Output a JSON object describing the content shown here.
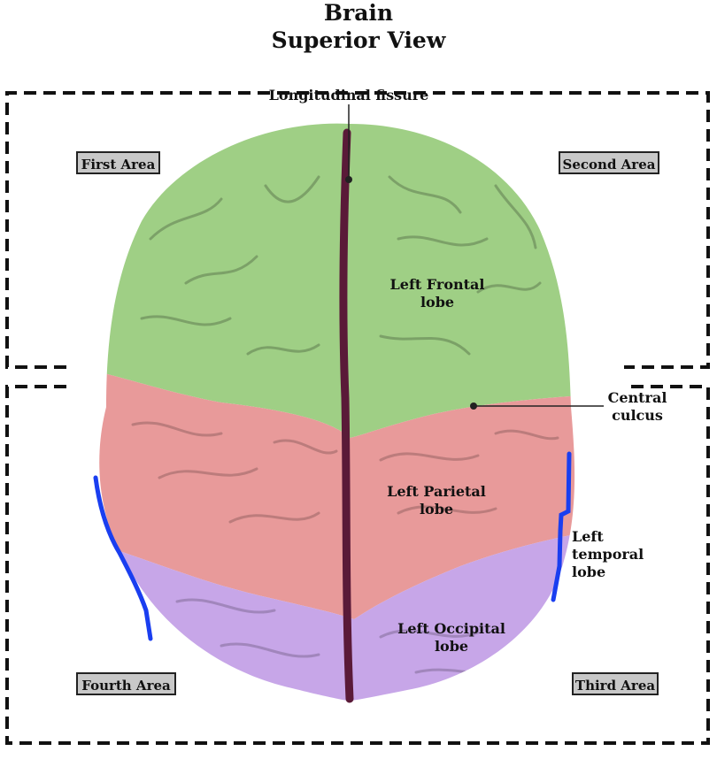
{
  "title": {
    "line1": "Brain",
    "line2": "Superior View"
  },
  "labels": {
    "fissure": "Longitudinal fissure",
    "frontal_line1": "Left Frontal",
    "frontal_line2": "lobe",
    "central_line1": "Central",
    "central_line2": "culcus",
    "parietal_line1": "Left Parietal",
    "parietal_line2": "lobe",
    "temporal_line1": "Left",
    "temporal_line2": "temporal",
    "temporal_line3": "lobe",
    "occipital_line1": "Left Occipital",
    "occipital_line2": "lobe"
  },
  "areas": {
    "first": "First Area",
    "second": "Second Area",
    "third": "Third Area",
    "fourth": "Fourth Area"
  },
  "colors": {
    "frontal": "#9fcf85",
    "parietal": "#e89a9a",
    "occipital": "#c7a6e8",
    "fissure": "#5a1a38",
    "temporal_marker": "#1a3ef0",
    "area_box": "#c8c8c8"
  }
}
